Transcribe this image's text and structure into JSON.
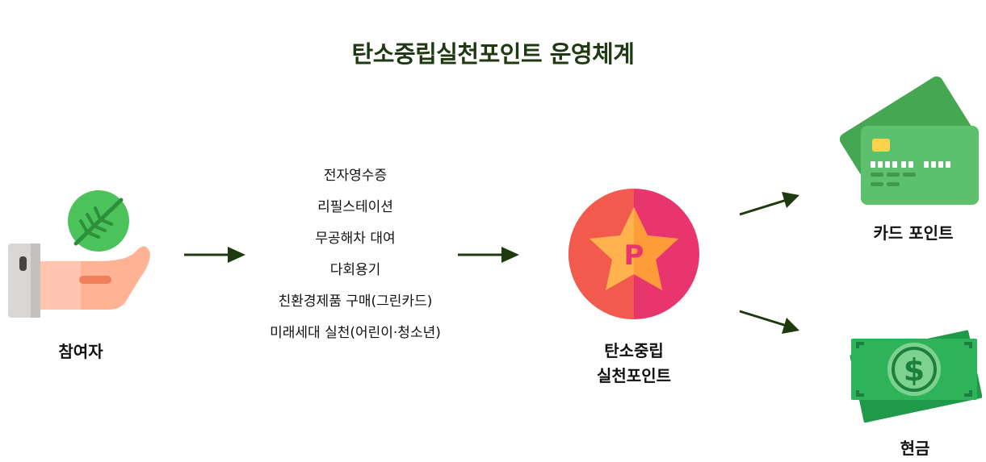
{
  "title": "탄소중립실천포인트 운영체계",
  "participant": {
    "label": "참여자"
  },
  "activities": [
    "전자영수증",
    "리필스테이션",
    "무공해차 대여",
    "다회용기",
    "친환경제품 구매(그린카드)",
    "미래세대 실천(어린이·청소년)"
  ],
  "points": {
    "line1": "탄소중립",
    "line2": "실천포인트",
    "badge_letter": "P"
  },
  "rewards": {
    "card": "카드 포인트",
    "cash": "현금"
  },
  "colors": {
    "title": "#1f3a12",
    "arrow": "#1f3a0e",
    "leaf": "#4cc35a",
    "card_front": "#5cc06c",
    "card_back": "#46a752",
    "cash": "#2fb35a",
    "coin_left": "#f25a4e",
    "coin_right": "#e8356e",
    "star": "#ffb24d"
  }
}
